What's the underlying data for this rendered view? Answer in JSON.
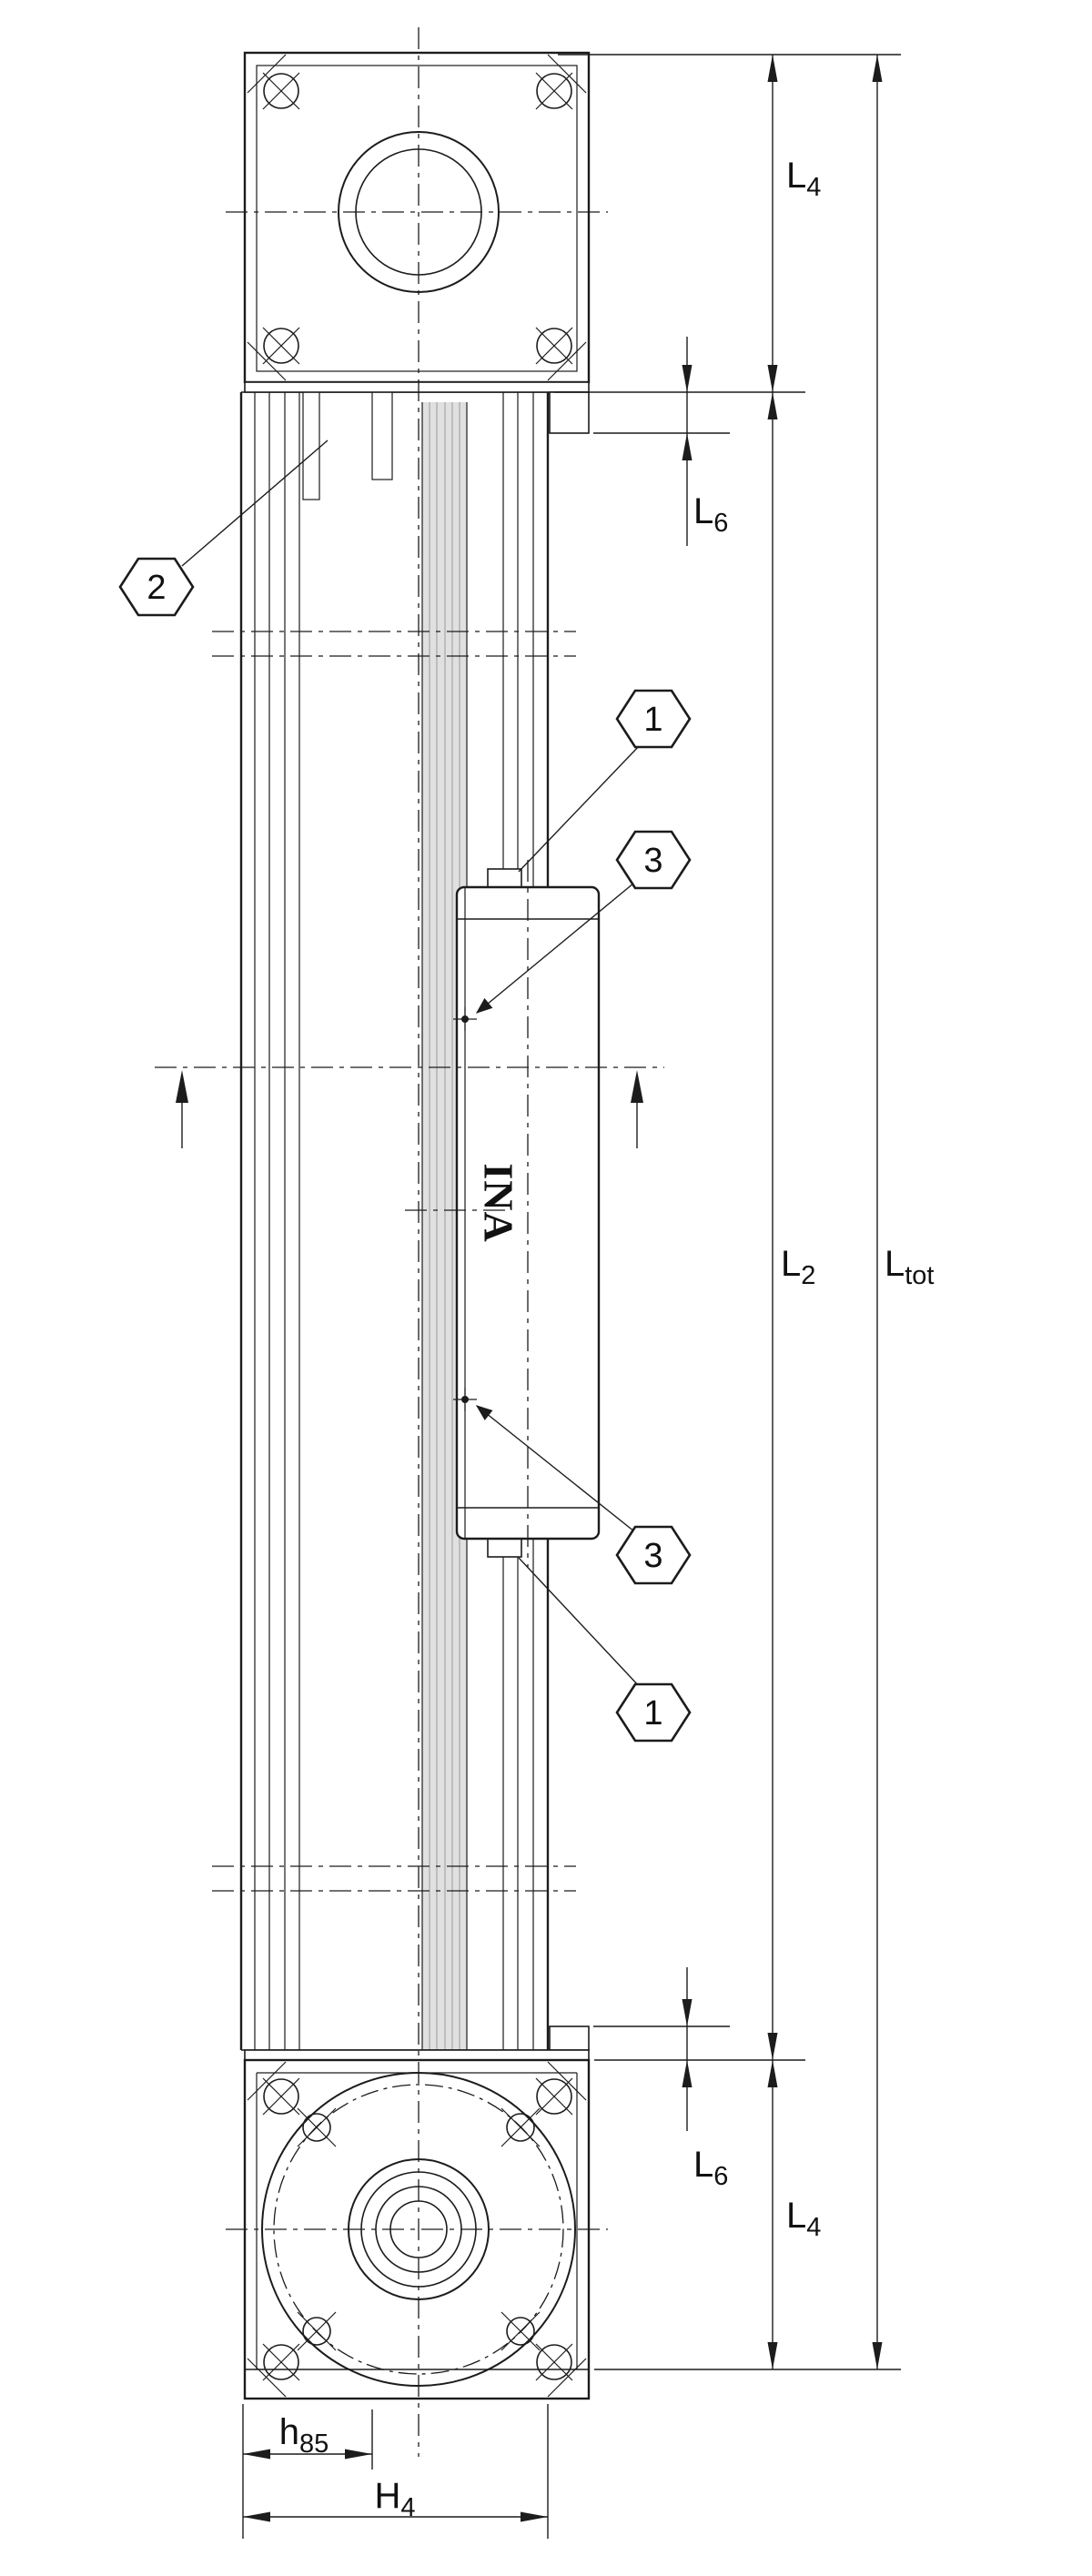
{
  "meta": {
    "type": "technical dimensional drawing",
    "subject": "linear actuator unit with motor flange, profile rail and carriage",
    "line_color": "#1c1c1c",
    "background": "#ffffff",
    "spindle_fill": "#e0e0e0"
  },
  "dimensions": {
    "l4_top": {
      "base": "L",
      "sub": "4"
    },
    "l6_top": {
      "base": "L",
      "sub": "6"
    },
    "l2": {
      "base": "L",
      "sub": "2"
    },
    "ltot": {
      "base": "L",
      "sub": "tot"
    },
    "l6_bottom": {
      "base": "L",
      "sub": "6"
    },
    "l4_bottom": {
      "base": "L",
      "sub": "4"
    },
    "h85": {
      "base": "h",
      "sub": "85"
    },
    "h4": {
      "base": "H",
      "sub": "4"
    }
  },
  "callouts": {
    "item2": "2",
    "item1_top": "1",
    "item3_top": "3",
    "item3_bottom": "3",
    "item1_bottom": "1"
  },
  "logo_text": "INA"
}
